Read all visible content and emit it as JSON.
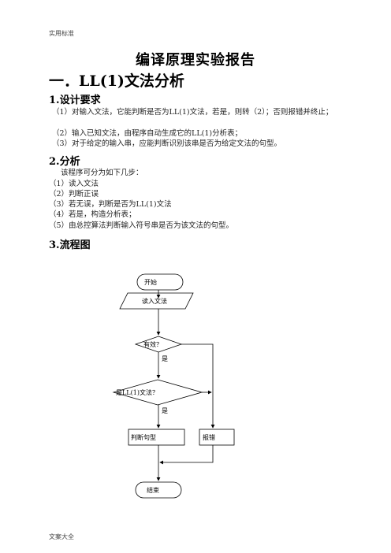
{
  "header": {
    "text": "实用标准"
  },
  "footer": {
    "text": "文案大全"
  },
  "doc_title": "编译原理实验报告",
  "section1": {
    "title": "一．LL(1)文法分析"
  },
  "design": {
    "heading": "1.设计要求",
    "items": [
      "（1）对输入文法，它能判断是否为LL(1)文法，若是，则转（2）；否则报错并终止；",
      "（2）输入已知文法，由程序自动生成它的LL(1)分析表；",
      "（3）对于给定的输入串，应能判断识别该串是否为给定文法的句型。"
    ]
  },
  "analysis": {
    "heading": "2.分析",
    "intro": "该程序可分为如下几步：",
    "items": [
      "（1）读入文法",
      "（2）判断正误",
      "（3）若无误，判断是否为LL(1)文法",
      "（4）若是，构造分析表；",
      "（5）由总控算法判断输入符号串是否为该文法的句型。"
    ]
  },
  "flowchart": {
    "heading": "3.流程图",
    "start": "开始",
    "read": "读入文法",
    "valid": "有效？",
    "yes1": "是",
    "isll1": "是LL(1)文法？",
    "yes2": "是",
    "judge": "判断句型",
    "error": "报错",
    "end": "结束"
  }
}
